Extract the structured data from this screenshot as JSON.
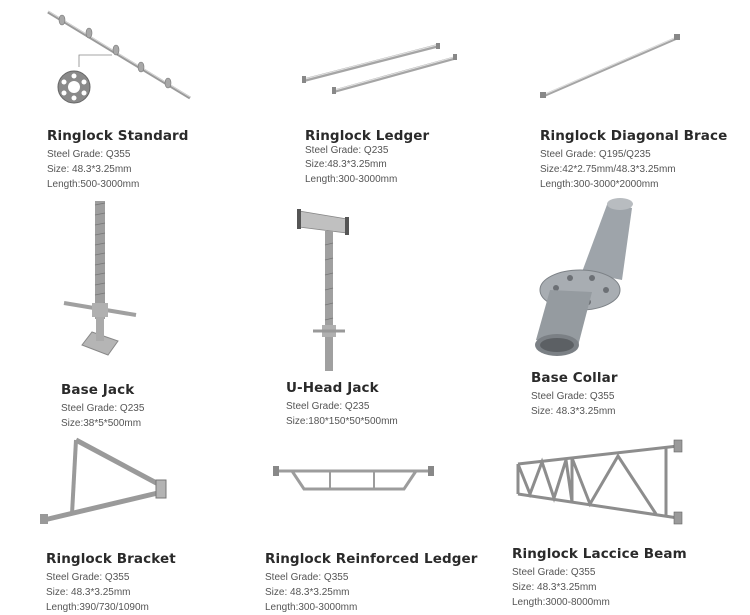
{
  "products": [
    {
      "title": "Ringlock Standard",
      "specs": [
        "Steel Grade: Q355",
        "Size: 48.3*3.25mm",
        "Length:500-3000mm"
      ]
    },
    {
      "title": "Ringlock Ledger",
      "specs": [
        "Steel Grade: Q235",
        "Size:48.3*3.25mm",
        "Length:300-3000mm"
      ]
    },
    {
      "title": "Ringlock Diagonal Brace",
      "specs": [
        "Steel Grade: Q195/Q235",
        "Size:42*2.75mm/48.3*3.25mm",
        "Length:300-3000*2000mm"
      ]
    },
    {
      "title": "Base Jack",
      "specs": [
        "Steel Grade: Q235",
        "Size:38*5*500mm"
      ]
    },
    {
      "title": "U-Head Jack",
      "specs": [
        "Steel Grade: Q235",
        "Size:180*150*50*500mm"
      ]
    },
    {
      "title": "Base Collar",
      "specs": [
        "Steel Grade: Q355",
        "Size: 48.3*3.25mm"
      ]
    },
    {
      "title": "Ringlock Bracket",
      "specs": [
        "Steel Grade: Q355",
        "Size: 48.3*3.25mm",
        "Length:390/730/1090m"
      ]
    },
    {
      "title": "Ringlock Reinforced Ledger",
      "specs": [
        "Steel Grade: Q355",
        "Size: 48.3*3.25mm",
        "Length:300-3000mm"
      ]
    },
    {
      "title": "Ringlock Laccice Beam",
      "specs": [
        "Steel Grade: Q355",
        "Size: 48.3*3.25mm",
        "Length:3000-8000mm"
      ]
    }
  ]
}
